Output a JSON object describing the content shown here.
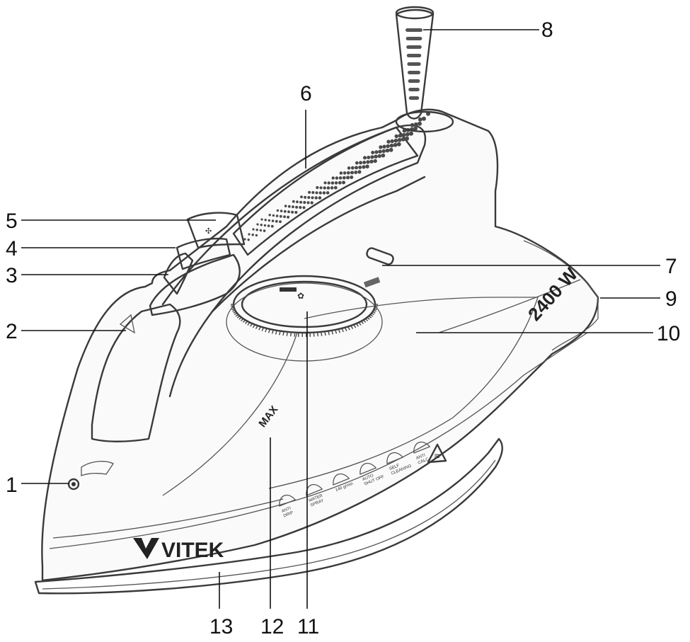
{
  "callouts": [
    {
      "id": "1",
      "label": "1"
    },
    {
      "id": "2",
      "label": "2"
    },
    {
      "id": "3",
      "label": "3"
    },
    {
      "id": "4",
      "label": "4"
    },
    {
      "id": "5",
      "label": "5"
    },
    {
      "id": "6",
      "label": "6"
    },
    {
      "id": "7",
      "label": "7"
    },
    {
      "id": "8",
      "label": "8"
    },
    {
      "id": "9",
      "label": "9"
    },
    {
      "id": "10",
      "label": "10"
    },
    {
      "id": "11",
      "label": "11"
    },
    {
      "id": "12",
      "label": "12"
    },
    {
      "id": "13",
      "label": "13"
    }
  ],
  "product": {
    "brand": "VITEK",
    "power": "2400 W",
    "max_mark": "MAX"
  },
  "panel_icons": [
    {
      "icon": "anti-drip-icon",
      "line1": "ANTI",
      "line2": "DRIP"
    },
    {
      "icon": "water-spray-icon",
      "line1": "WATER",
      "line2": "SPRAY"
    },
    {
      "icon": "steam-shot-icon",
      "line1": "140 g/min",
      "line2": ""
    },
    {
      "icon": "auto-shutoff-icon",
      "line1": "AUTO",
      "line2": "SHUT OFF"
    },
    {
      "icon": "self-clean-icon",
      "line1": "SELF",
      "line2": "CLEANING"
    },
    {
      "icon": "anti-calc-icon",
      "line1": "ANTI",
      "line2": "CALC"
    }
  ]
}
